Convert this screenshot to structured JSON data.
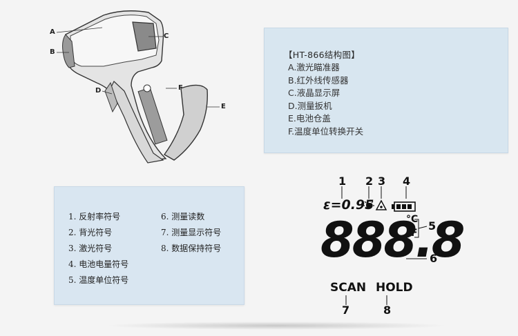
{
  "diagram": {
    "callouts": [
      "A",
      "B",
      "C",
      "D",
      "E",
      "F"
    ]
  },
  "spec_panel": {
    "title": "【HT-866结构图】",
    "items": [
      "A.激光瞄准器",
      "B.红外线传感器",
      "C.液晶显示屏",
      "D.测量扳机",
      "E.电池仓盖",
      "F.温度单位转换开关"
    ]
  },
  "symbols_panel": {
    "col1": [
      "1. 反射率符号",
      "2. 背光符号",
      "3. 激光符号",
      "4. 电池电量符号",
      "5. 温度单位符号"
    ],
    "col2": [
      "6. 测量读数",
      "7. 测量显示符号",
      "8. 数据保持符号"
    ]
  },
  "lcd": {
    "emissivity": "ε=0.95",
    "reading": "888.8",
    "unit_c": "°C",
    "unit_f": "°F",
    "scan": "SCAN",
    "hold": "HOLD",
    "numbers": [
      "1",
      "2",
      "3",
      "4",
      "5",
      "6",
      "7",
      "8"
    ]
  }
}
